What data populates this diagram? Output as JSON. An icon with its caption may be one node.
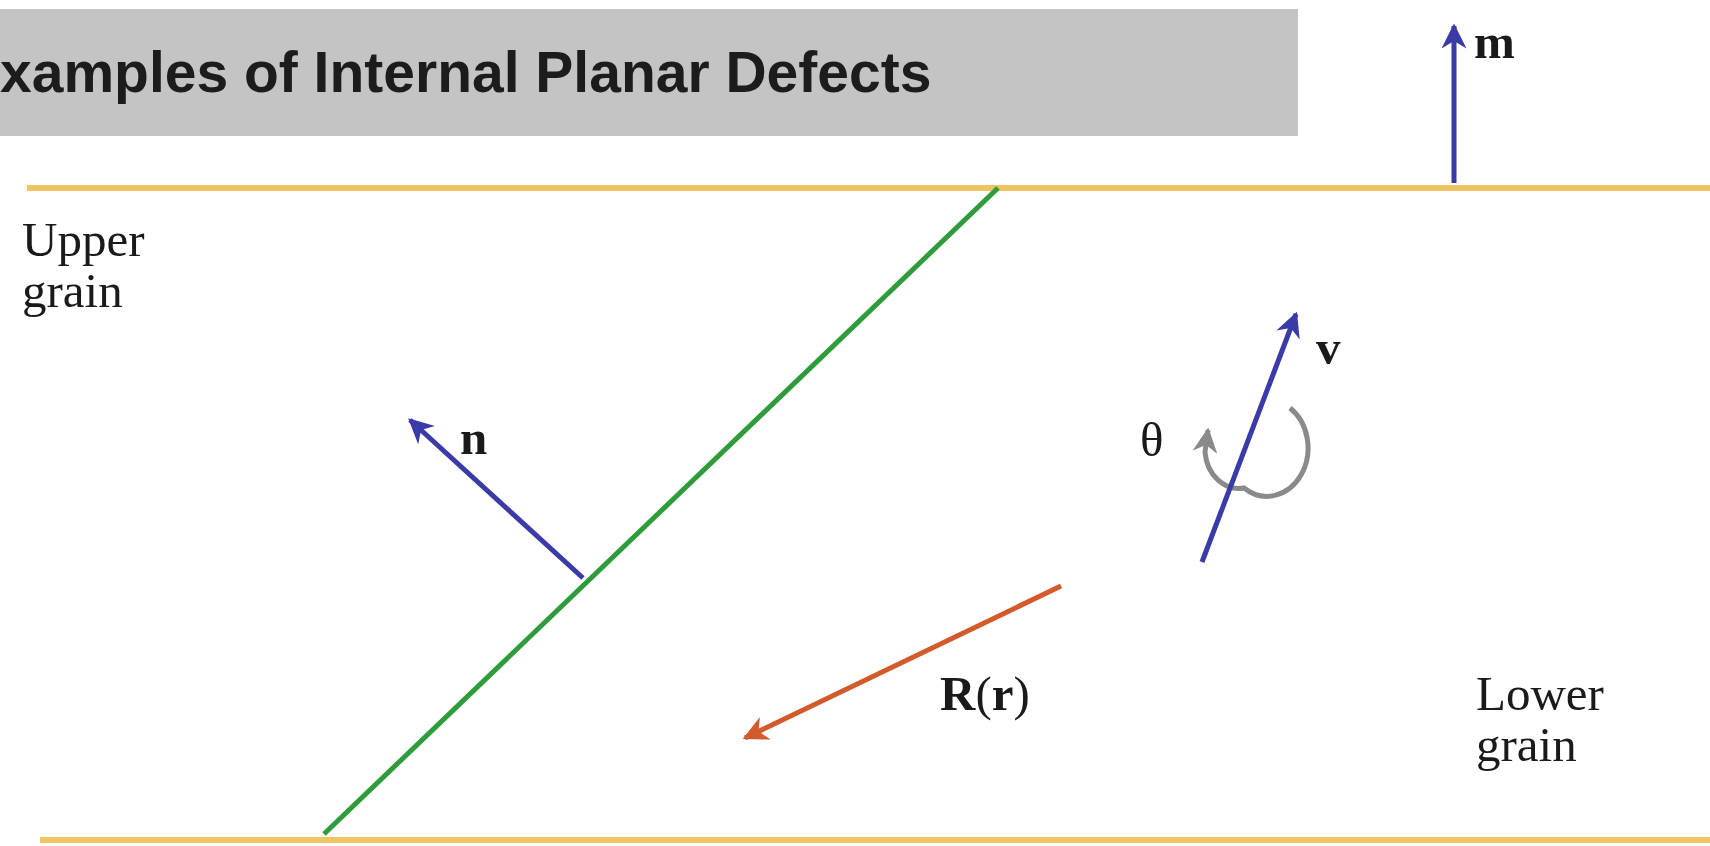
{
  "diagram": {
    "title": "xamples of Internal Planar Defects",
    "labels": [
      "Upper grain",
      "m",
      "n",
      "v",
      "θ",
      "**R**(**r**)",
      "Lower grain"
    ]
  }
}
